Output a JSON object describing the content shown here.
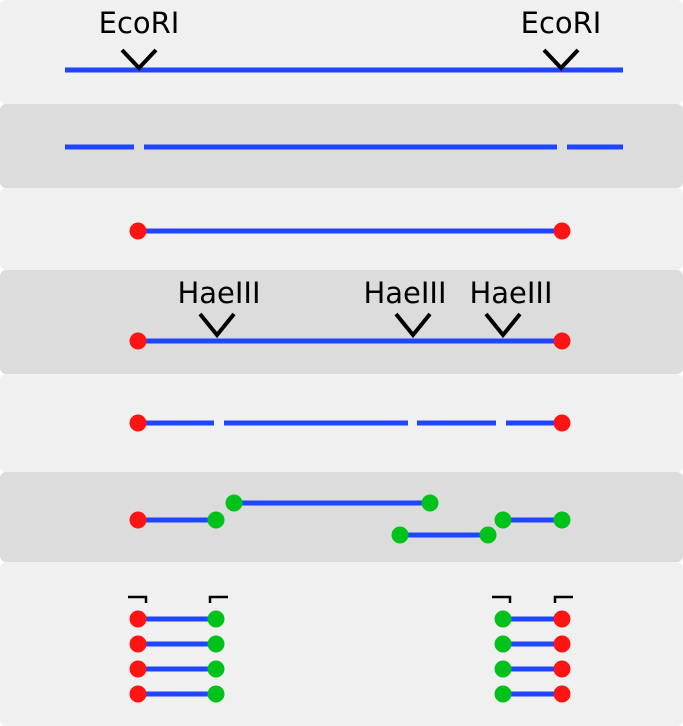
{
  "colors": {
    "panel_light": "#f0f0f0",
    "panel_dark": "#dcdcdc",
    "dna": "#1f45ff",
    "adapter_end": "#ff1414",
    "ligated_end": "#00c21a",
    "marker": "#000000"
  },
  "steps": [
    {
      "step": 1,
      "description_shown": "intact DNA with two EcoRI sites",
      "enzyme_labels": [
        "EcoRI",
        "EcoRI"
      ]
    },
    {
      "step": 2,
      "description_shown": "EcoRI digest fragments",
      "enzyme_labels": []
    },
    {
      "step": 3,
      "description_shown": "fragment with red ends",
      "enzyme_labels": []
    },
    {
      "step": 4,
      "description_shown": "fragment with three HaeIII sites",
      "enzyme_labels": [
        "HaeIII",
        "HaeIII",
        "HaeIII"
      ]
    },
    {
      "step": 5,
      "description_shown": "HaeIII digest fragments",
      "enzyme_labels": []
    },
    {
      "step": 6,
      "description_shown": "circularization / ligation with green ends",
      "enzyme_labels": []
    },
    {
      "step": 7,
      "description_shown": "amplified red-green fragments with primers",
      "enzyme_labels": []
    }
  ]
}
